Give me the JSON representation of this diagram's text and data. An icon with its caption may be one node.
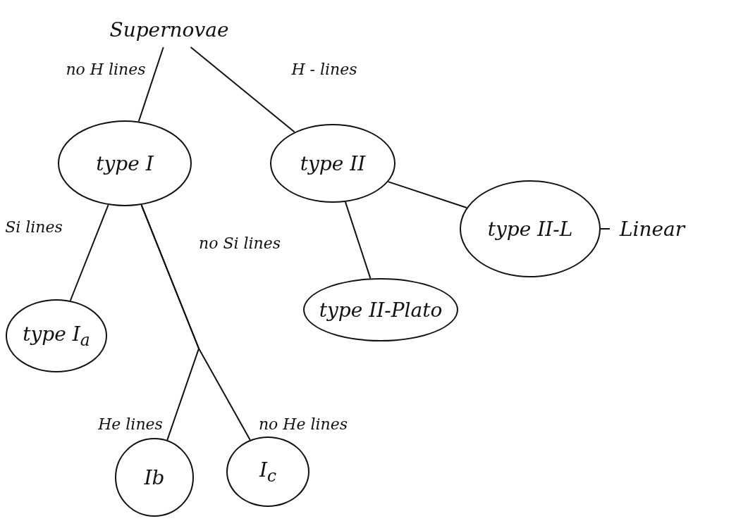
{
  "diagram": {
    "nodes": [
      {
        "text": [
          "Supernovae"
        ]
      },
      {
        "text": [
          "type I"
        ]
      },
      {
        "text": [
          "type II"
        ]
      },
      {
        "text": [
          "type II-L"
        ]
      },
      {
        "text": [
          "type I$_{a}$"
        ]
      },
      {
        "text": [
          "type II-Plato"
        ]
      },
      {
        "text": [
          "Ib"
        ]
      },
      {
        "text": [
          "I$_{c}$"
        ]
      },
      {
        "text": [
          "Linear"
        ]
      }
    ],
    "edges": [
      {
        "from": 0,
        "to": 1,
        "arrow": "none",
        "label": "no H lines"
      },
      {
        "from": 0,
        "to": 2,
        "arrow": "none",
        "label": "H - lines"
      },
      {
        "from": 1,
        "to": 4,
        "arrow": "none",
        "label": "Si lines"
      },
      {
        "from": 1,
        "to": 6,
        "arrow": "none",
        "label": "He lines"
      },
      {
        "from": 1,
        "to": 7,
        "arrow": "none",
        "label": "no He lines"
      },
      {
        "from": 2,
        "to": 5,
        "arrow": "none"
      },
      {
        "from": 2,
        "to": 3,
        "arrow": "none"
      },
      {
        "from": 3,
        "to": 8,
        "arrow": "none"
      }
    ],
    "labels": [
      "no Si lines"
    ]
  }
}
